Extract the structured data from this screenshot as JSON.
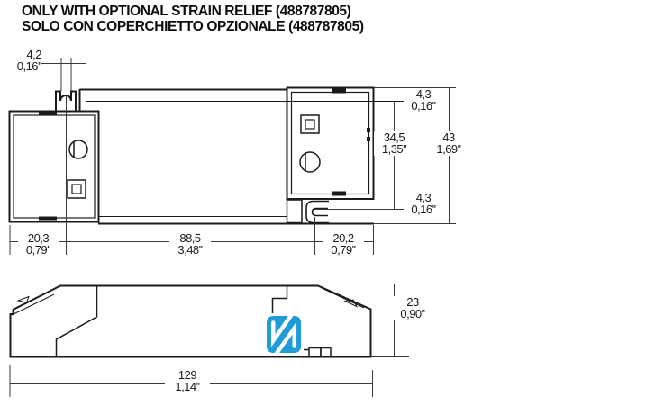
{
  "title": {
    "line1": "ONLY WITH OPTIONAL STRAIN RELIEF (488787805)",
    "line2": "SOLO CON COPERCHIETTO OPZIONALE (488787805)"
  },
  "colors": {
    "nfc_blue": "#1F9CD8",
    "line": "#1b1b1b"
  },
  "dims": {
    "slot": {
      "mm": "4,2",
      "inch": "0,16''"
    },
    "lip_top": {
      "mm": "4,3",
      "inch": "0,16''"
    },
    "cover_width": {
      "mm": "34,5",
      "inch": "1,35''"
    },
    "total_width": {
      "mm": "43",
      "inch": "1,69''"
    },
    "lip_bottom": {
      "mm": "4,3",
      "inch": "0,16''"
    },
    "seg_left": {
      "mm": "20,3",
      "inch": "0,79''"
    },
    "seg_mid": {
      "mm": "88,5",
      "inch": "3,48''"
    },
    "seg_right": {
      "mm": "20,2",
      "inch": "0,79''"
    },
    "height": {
      "mm": "23",
      "inch": "0,90''"
    },
    "length": {
      "mm": "129",
      "inch": "1,14''"
    }
  }
}
